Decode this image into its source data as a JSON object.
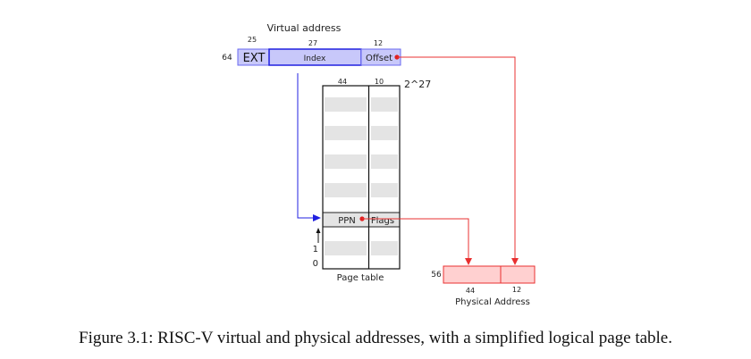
{
  "virtual_address": {
    "title": "Virtual address",
    "width_label": "64",
    "fields": [
      {
        "name": "EXT",
        "bits": "25"
      },
      {
        "name": "Index",
        "bits": "27"
      },
      {
        "name": "Offset",
        "bits": "12"
      }
    ]
  },
  "page_table": {
    "label": "Page table",
    "size_label": "2^27",
    "column_bits": [
      "44",
      "10"
    ],
    "entry_fields": [
      "PPN",
      "Flags"
    ],
    "row_labels": [
      "0",
      "1"
    ]
  },
  "physical_address": {
    "title": "Physical Address",
    "width_label": "56",
    "field_bits": [
      "44",
      "12"
    ]
  },
  "caption": "Figure 3.1: RISC-V virtual and physical addresses, with a simplified logical page table.",
  "colors": {
    "va_fill": "#c8c8fa",
    "va_stroke": "#2020e0",
    "pa_fill": "#ffd0d0",
    "pa_stroke": "#e83030",
    "arrow_red": "#e83030",
    "arrow_blue": "#2020e0",
    "row_shade": "#e4e4e4"
  }
}
